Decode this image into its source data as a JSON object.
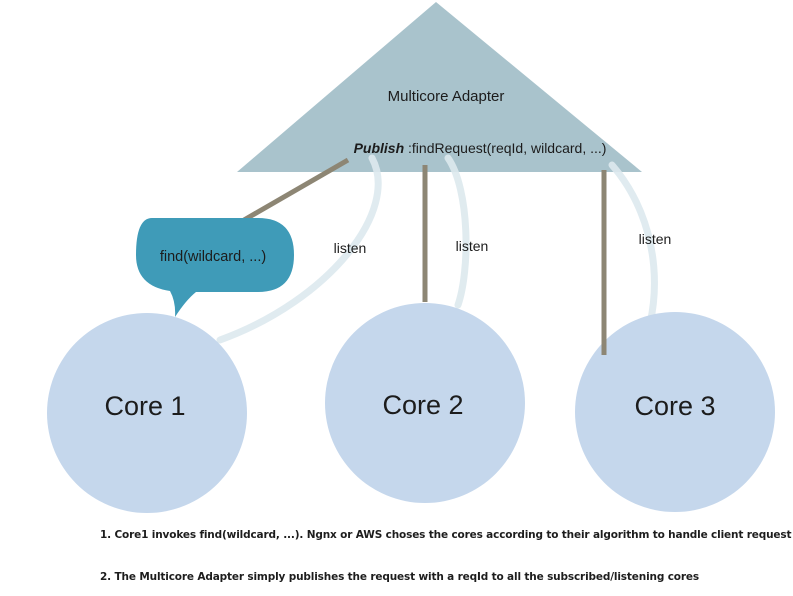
{
  "adapter": {
    "title": "Multicore Adapter",
    "publish_keyword": "Publish",
    "publish_call": " :findRequest(reqId, wildcard, ...)",
    "color": "#a9c3cc"
  },
  "speech_bubble": {
    "text": "find(wildcard, ...)",
    "color": "#3f9bb8"
  },
  "listen_labels": [
    "listen",
    "listen",
    "listen"
  ],
  "cores": [
    {
      "label": "Core 1"
    },
    {
      "label": "Core 2"
    },
    {
      "label": "Core 3"
    }
  ],
  "core_color": "#c5d7ec",
  "connector_color": "#8d8674",
  "notes": [
    "1. Core1 invokes find(wildcard, ...). Ngnx or AWS choses the cores according to their algorithm to handle client request",
    "2. The Multicore Adapter simply publishes the request with a reqId to all the subscribed/listening cores"
  ]
}
